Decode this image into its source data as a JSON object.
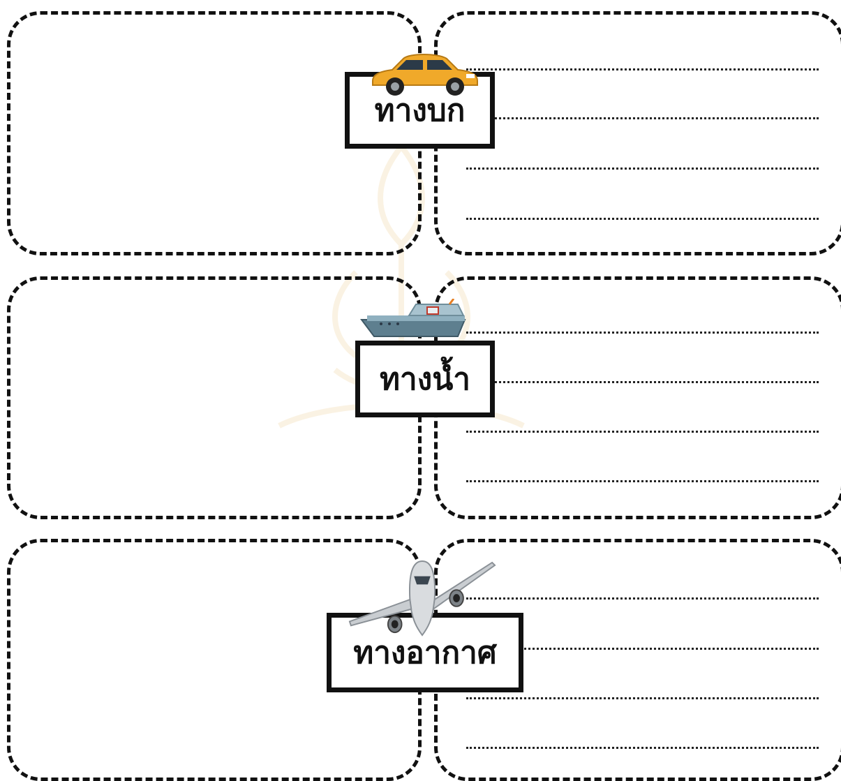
{
  "sections": [
    {
      "label": "ทางบก",
      "icon": "car-icon",
      "answer_lines": [
        "........................................................",
        "........................................................",
        "........................................................",
        "........................................................"
      ]
    },
    {
      "label": "ทางน้ำ",
      "icon": "boat-icon",
      "answer_lines": [
        "........................................................",
        "........................................................",
        "........................................................",
        "........................................................"
      ]
    },
    {
      "label": "ทางอากาศ",
      "icon": "airplane-icon",
      "answer_lines": [
        "........................................................",
        "........................................................",
        "........................................................",
        "........................................................"
      ]
    }
  ],
  "colors": {
    "border": "#111111",
    "car": "#f0a92a",
    "boat_hull": "#5e7f8f",
    "boat_cabin": "#a8c3cf",
    "airplane": "#d9dcdf",
    "watermark": "#f3dcb0"
  }
}
